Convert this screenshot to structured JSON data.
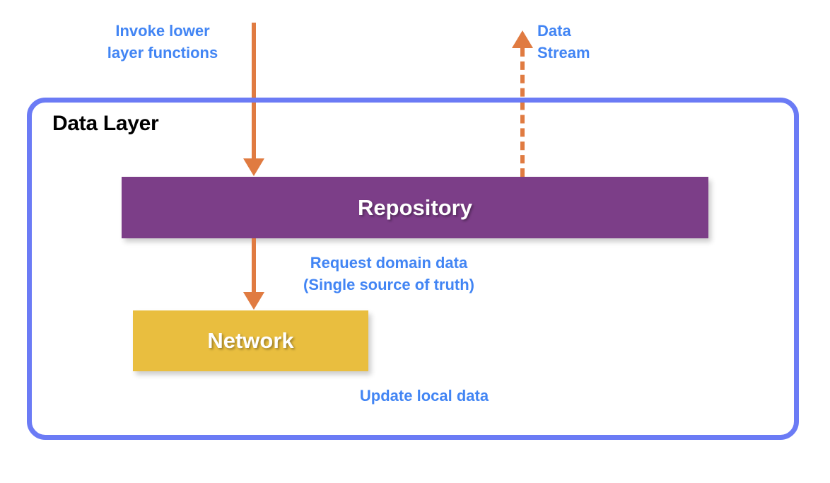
{
  "diagram": {
    "title": "Data Layer",
    "colors": {
      "layer_border": "#6B7BF5",
      "repository_fill": "#7C3E88",
      "network_fill": "#E9BE3F",
      "arrow": "#E07B41",
      "caption_text": "#4285F4",
      "title_text": "#000000",
      "block_text": "#FFFFFF",
      "background": "#FFFFFF"
    },
    "blocks": [
      {
        "id": "repository",
        "label": "Repository"
      },
      {
        "id": "network",
        "label": "Network"
      }
    ],
    "captions": [
      {
        "id": "invoke",
        "text": "Invoke lower\nlayer functions"
      },
      {
        "id": "data_stream",
        "text": "Data\nStream"
      },
      {
        "id": "request",
        "text": "Request domain data\n(Single source of truth)"
      },
      {
        "id": "update",
        "text": "Update local data"
      }
    ],
    "arrows": [
      {
        "id": "invoke-arrow",
        "style": "solid",
        "direction": "down",
        "from": "above-layer",
        "to": "repository"
      },
      {
        "id": "request-arrow",
        "style": "solid",
        "direction": "down",
        "from": "repository",
        "to": "network"
      },
      {
        "id": "data-stream-arrow",
        "style": "dashed",
        "direction": "up",
        "from": "repository",
        "to": "above-layer"
      }
    ]
  }
}
